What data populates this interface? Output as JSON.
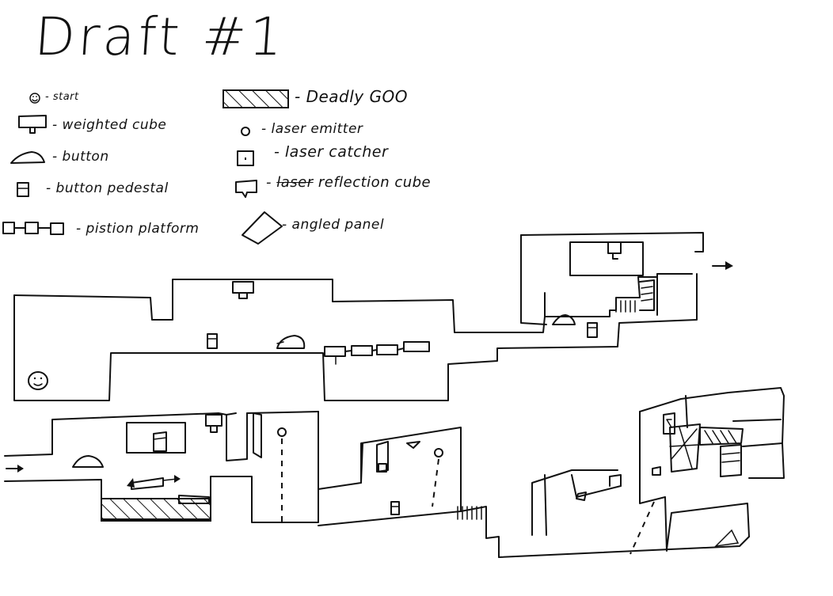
{
  "title": "Draft #1",
  "legend": {
    "start": "- start",
    "weighted_cube": "- weighted cube",
    "button": "- button",
    "button_pedestal": "- button pedestal",
    "piston_platform": "- pistion platform",
    "deadly_goo": "- Deadly GOO",
    "laser_emitter": "- laser emitter",
    "laser_catcher": "- laser catcher",
    "laser_reflection_cube_strike": "laser",
    "laser_reflection_cube_rest": "reflection cube",
    "angled_panel": "- angled panel"
  },
  "colors": {
    "ink": "#111111",
    "paper": "#ffffff"
  }
}
